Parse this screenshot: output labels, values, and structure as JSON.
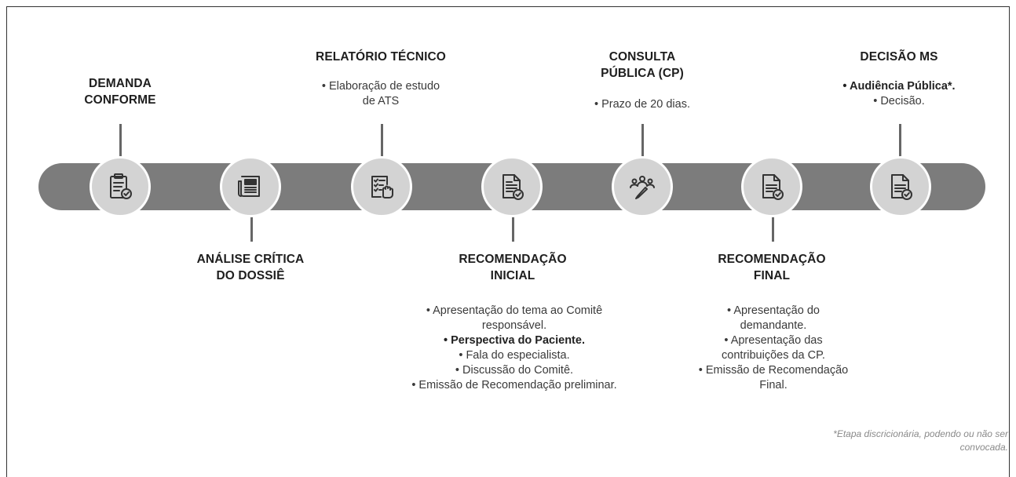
{
  "steps": [
    {
      "heading": [
        "DEMANDA",
        "CONFORME"
      ],
      "icon": "clipboard-check-icon",
      "desc": []
    },
    {
      "heading": [
        "ANÁLISE CRÍTICA",
        "DO DOSSIÊ"
      ],
      "icon": "newspaper-icon",
      "desc": []
    },
    {
      "heading": [
        "RELATÓRIO TÉCNICO"
      ],
      "icon": "checklist-hand-icon",
      "desc": [
        "• Elaboração de estudo",
        "de ATS"
      ]
    },
    {
      "heading": [
        "RECOMENDAÇÃO",
        "INICIAL"
      ],
      "icon": "document-check-icon",
      "desc": [
        "• Apresentação do tema ao Comitê",
        "responsável.",
        "• Perspectiva do Paciente.",
        "• Fala do especialista.",
        "• Discussão do Comitê.",
        "• Emissão de Recomendação preliminar."
      ]
    },
    {
      "heading": [
        "CONSULTA",
        "PÚBLICA (CP)"
      ],
      "icon": "people-pen-icon",
      "desc": [
        "• Prazo de 20 dias."
      ]
    },
    {
      "heading": [
        "RECOMENDAÇÃO",
        "FINAL"
      ],
      "icon": "document-check-icon",
      "desc": [
        "• Apresentação do",
        "demandante.",
        "• Apresentação das",
        "contribuições da CP.",
        "• Emissão de Recomendação",
        "Final."
      ]
    },
    {
      "heading": [
        "DECISÃO MS"
      ],
      "icon": "document-check-icon",
      "desc": [
        "• Audiência Pública*.",
        "• Decisão."
      ]
    }
  ],
  "footnote": [
    "*Etapa discricionária, podendo ou não ser",
    "convocada."
  ],
  "colors": {
    "bar": "#7c7c7c",
    "circle": "#d3d3d3",
    "line": "#666666"
  }
}
